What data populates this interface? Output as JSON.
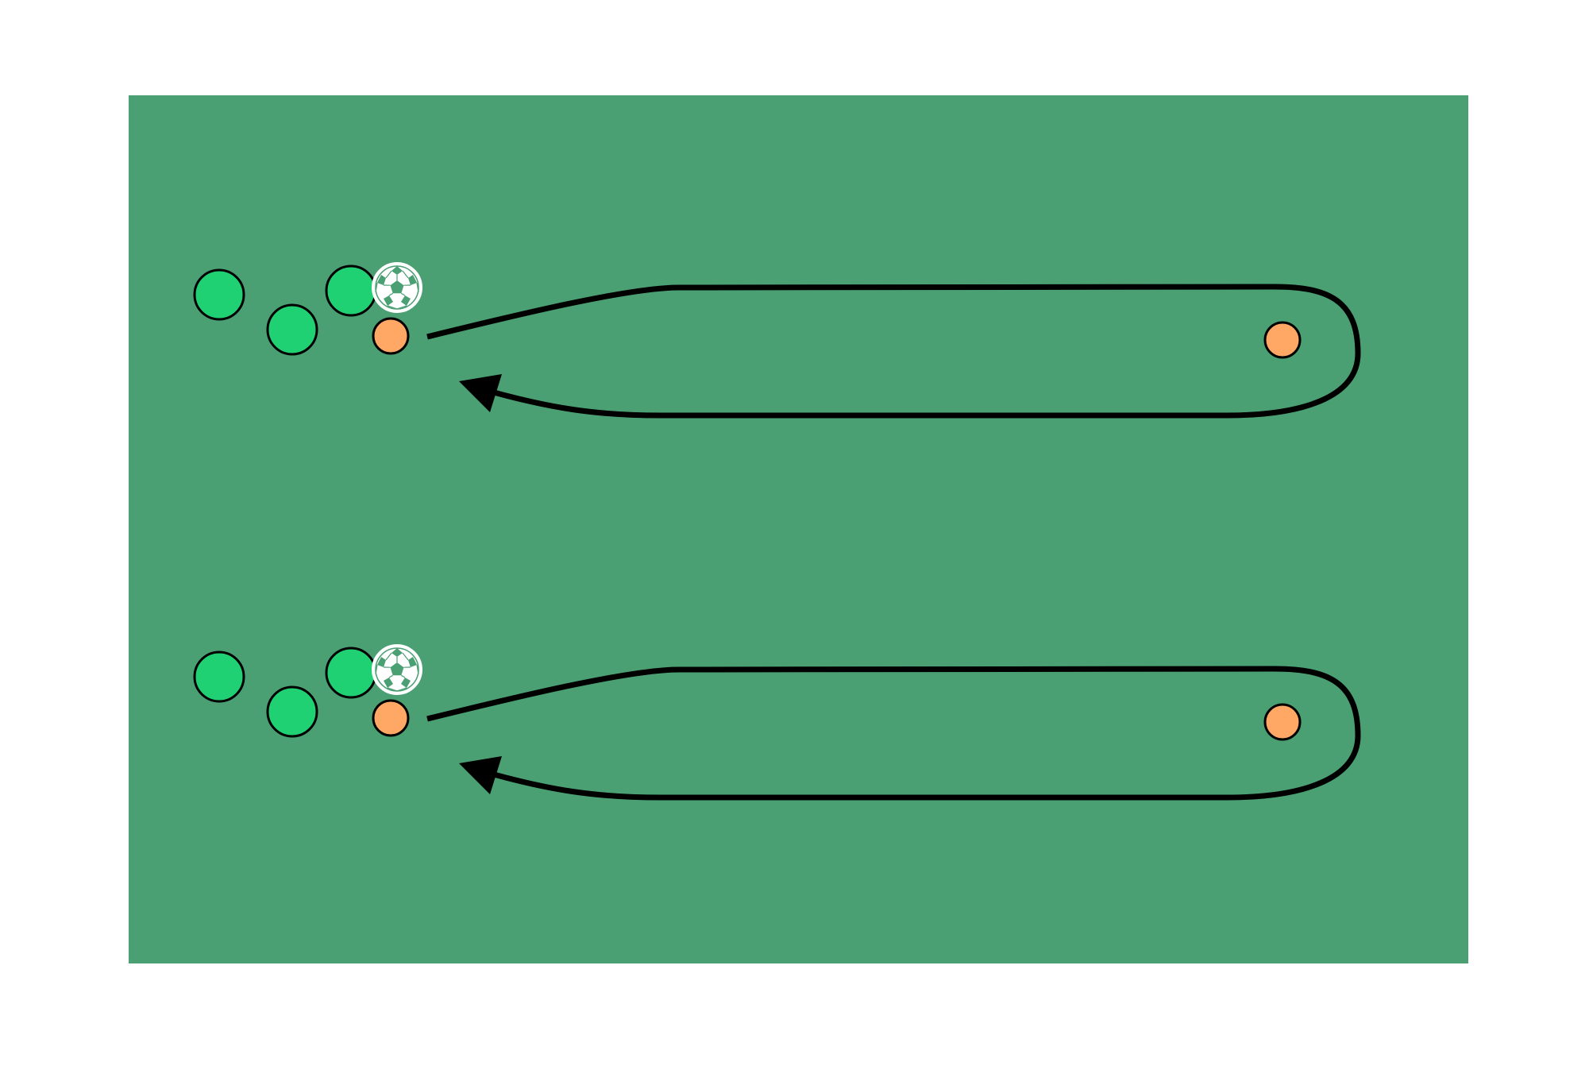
{
  "colors": {
    "background": "#ffffff",
    "pitch": "#4a9f73",
    "player": "#1fd173",
    "cone": "#ffa866",
    "outline": "#000000",
    "ball": "#ffffff",
    "ball_patch": "#4a9f73"
  },
  "icons": {
    "ball": "soccer-ball-icon",
    "cone": "cone-marker-icon",
    "player": "player-icon",
    "run_path": "run-path-arrow-icon"
  },
  "drill": {
    "lanes": 2,
    "players_per_lane": 3,
    "balls_per_lane": 1,
    "cones_per_lane": 2
  }
}
